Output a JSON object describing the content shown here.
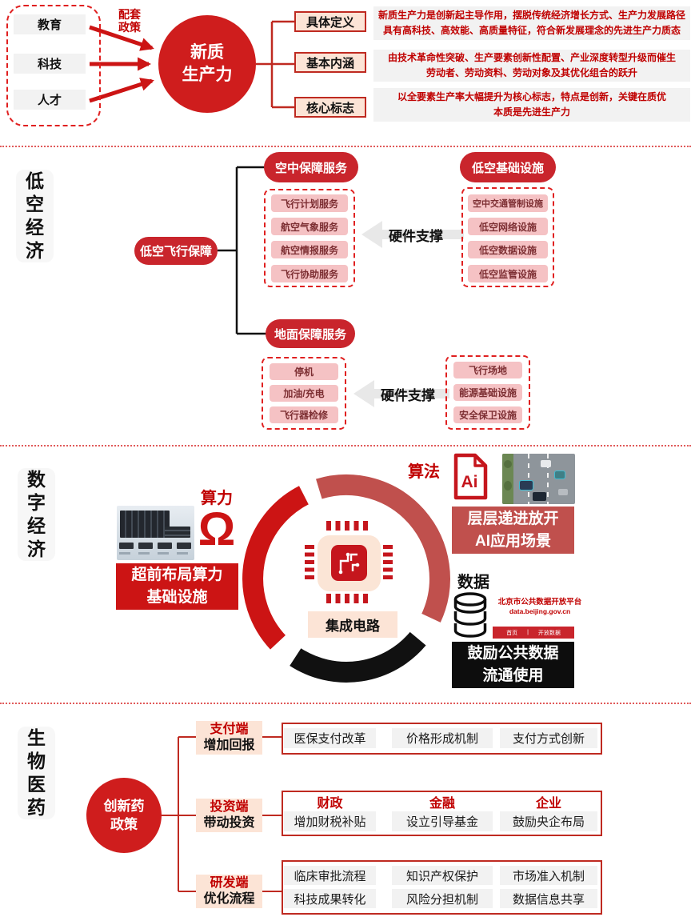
{
  "colors": {
    "primary_red": "#cc1414",
    "crimson_pill": "#c9252c",
    "muted_red": "#c0504d",
    "red_text": "#c00000",
    "peach": "#fce4d6",
    "pink": "#f5c2c4",
    "gray_box": "#f2f2f2",
    "black_box": "#0d0d0d"
  },
  "s1": {
    "inputs": [
      "教育",
      "科技",
      "人才"
    ],
    "arrow_label": "配套\n政策",
    "center_circle": "新质\n生产力",
    "branches": [
      {
        "label": "具体定义",
        "desc": "新质生产力是创新起主导作用，摆脱传统经济增长方式、生产力发展路径\n具有高科技、高效能、高质量特征，符合新发展理念的先进生产力质态"
      },
      {
        "label": "基本内涵",
        "desc": "由技术革命性突破、生产要素创新性配置、产业深度转型升级而催生\n劳动者、劳动资料、劳动对象及其优化组合的跃升"
      },
      {
        "label": "核心标志",
        "desc": "以全要素生产率大幅提升为核心标志，特点是创新，关键在质优\n本质是先进生产力"
      }
    ]
  },
  "s2": {
    "section_label": "低空经济",
    "root_pill": "低空飞行保障",
    "hardware_arrow_label": "硬件支撑",
    "air_pill": "空中保障服务",
    "air_items": [
      "飞行计划服务",
      "航空气象服务",
      "航空情报服务",
      "飞行协助服务"
    ],
    "infra_pill": "低空基础设施",
    "infra_items": [
      "空中交通管制设施",
      "低空网络设施",
      "低空数据设施",
      "低空监管设施"
    ],
    "ground_pill": "地面保障服务",
    "ground_items": [
      "停机",
      "加油/充电",
      "飞行器检修"
    ],
    "ground_infra_items": [
      "飞行场地",
      "能源基础设施",
      "安全保卫设施"
    ]
  },
  "s3": {
    "section_label": "数字经济",
    "computing_label": "算力",
    "omega_glyph": "Ω",
    "computing_box": "超前布局算力\n基础设施",
    "chip_label": "集成电路",
    "algorithm_label": "算法",
    "ai_glyph": "Ai",
    "algorithm_box": "层层递进放开\nAI应用场景",
    "data_label": "数据",
    "platform_title": "北京市公共数据开放平台",
    "platform_url": "data.beijing.gov.cn",
    "platform_nav": {
      "home": "首页",
      "sep": "|",
      "open": "开放数据"
    },
    "data_box": "鼓励公共数据\n流通使用"
  },
  "s4": {
    "section_label": "生物医药",
    "root_circle": "创新药\n政策",
    "branches": [
      {
        "tag": "支付端",
        "sub": "增加回报"
      },
      {
        "tag": "投资端",
        "sub": "带动投资"
      },
      {
        "tag": "研发端",
        "sub": "优化流程"
      }
    ],
    "pay_items": [
      "医保支付改革",
      "价格形成机制",
      "支付方式创新"
    ],
    "invest_headers": [
      "财政",
      "金融",
      "企业"
    ],
    "invest_items": [
      "增加财税补贴",
      "设立引导基金",
      "鼓励央企布局"
    ],
    "rd_items": [
      "临床审批流程",
      "知识产权保护",
      "市场准入机制",
      "科技成果转化",
      "风险分担机制",
      "数据信息共享"
    ]
  }
}
